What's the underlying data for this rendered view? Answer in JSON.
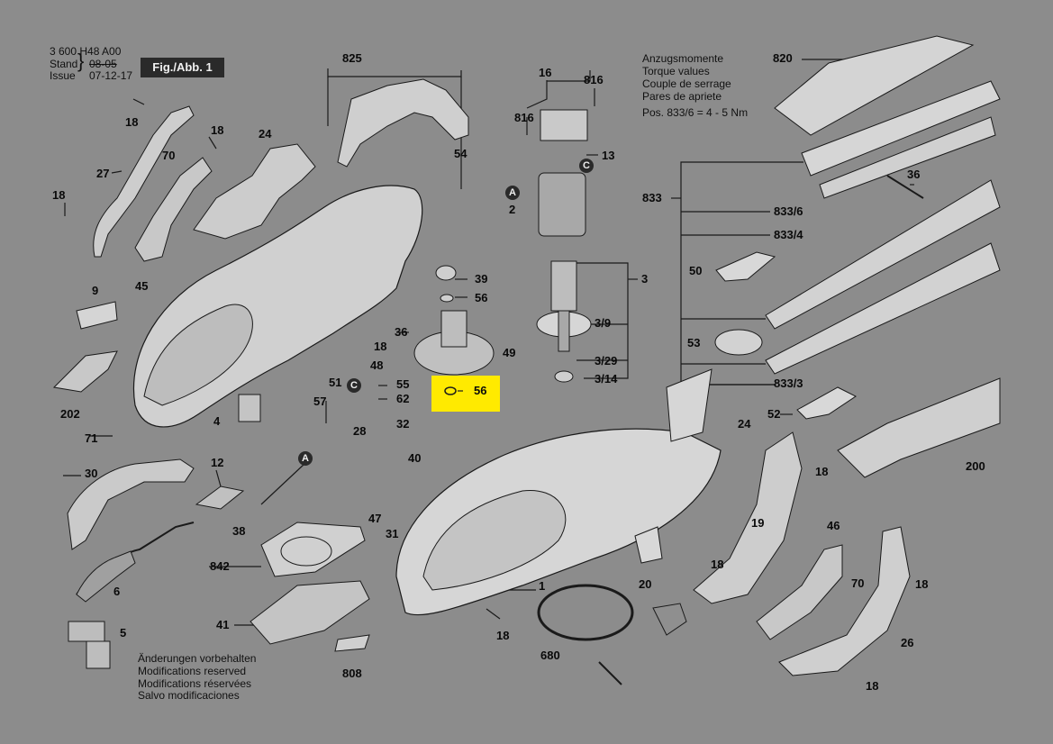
{
  "header": {
    "doc_number": "3 600 H48 A00",
    "stand_label": "Stand",
    "issue_label": "Issue",
    "old_date": "08-05",
    "new_date": "07-12-17",
    "figure_label": "Fig./Abb. 1"
  },
  "torque_note": {
    "lines": [
      "Anzugsmomente",
      "Torque values",
      "Couple de serrage",
      "Pares de apriete",
      "Pos. 833/6 = 4 - 5 Nm"
    ]
  },
  "changes_note": {
    "lines": [
      "Änderungen vorbehalten",
      "Modifications reserved",
      "Modifications réservées",
      "Salvo modificaciones"
    ]
  },
  "highlight": {
    "part_number": "56",
    "color": "#ffea00"
  },
  "labels": {
    "l825": "825",
    "l820": "820",
    "l16": "16",
    "l816a": "816",
    "l816b": "816",
    "l13": "13",
    "l18a": "18",
    "l18b": "18",
    "l18c": "18",
    "l18d": "18",
    "l18e": "18",
    "l18f": "18",
    "l18g": "18",
    "l18h": "18",
    "l18i": "18",
    "l27": "27",
    "l70a": "70",
    "l70b": "70",
    "l24a": "24",
    "l24b": "24",
    "l54": "54",
    "l45": "45",
    "l9": "9",
    "l202": "202",
    "l71": "71",
    "l30": "30",
    "l6": "6",
    "l5": "5",
    "l4": "4",
    "l12": "12",
    "l57": "57",
    "l51": "51",
    "l48": "48",
    "l55": "55",
    "l62": "62",
    "l32": "32",
    "l28": "28",
    "l40": "40",
    "l47": "47",
    "l31": "31",
    "l38": "38",
    "l842": "842",
    "l41": "41",
    "l808": "808",
    "l36a": "36",
    "l36b": "36",
    "l39": "39",
    "l56": "56",
    "l49": "49",
    "l2": "2",
    "l3": "3",
    "l3_9": "3/9",
    "l3_29": "3/29",
    "l3_14": "3/14",
    "l833": "833",
    "l833_6": "833/6",
    "l833_4": "833/4",
    "l833_3": "833/3",
    "l50": "50",
    "l53": "53",
    "l52": "52",
    "l200": "200",
    "l19": "19",
    "l46": "46",
    "l26": "26",
    "l20": "20",
    "l1": "1",
    "l680": "680",
    "cA1": "A",
    "cA2": "A",
    "cC1": "C",
    "cC2": "C"
  },
  "colors": {
    "background": "#8c8c8c",
    "line": "#1a1a1a",
    "part_fill": "#d8d8d8",
    "dark_part": "#3a3a3a"
  }
}
